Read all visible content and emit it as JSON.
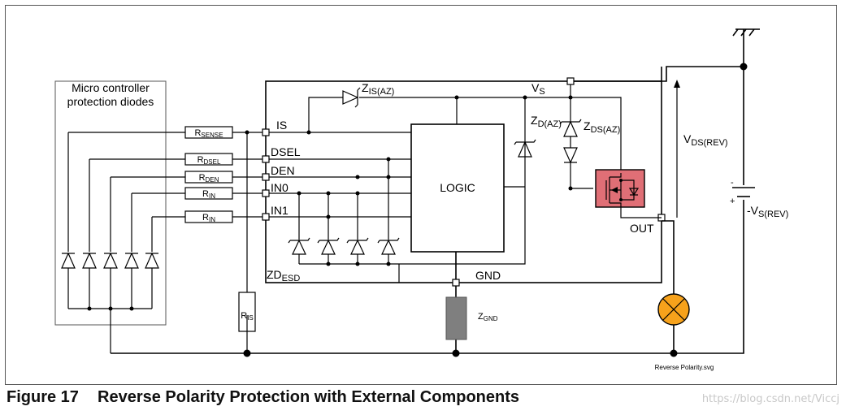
{
  "diagram": {
    "micro_box": {
      "line1": "Micro controller",
      "line2": "protection diodes"
    },
    "resistors": [
      {
        "main": "R",
        "sub": "SENSE"
      },
      {
        "main": "R",
        "sub": "DSEL"
      },
      {
        "main": "R",
        "sub": "DEN"
      },
      {
        "main": "R",
        "sub": "IN"
      },
      {
        "main": "R",
        "sub": "IN"
      }
    ],
    "pins": [
      "IS",
      "DSEL",
      "DEN",
      "IN0",
      "IN1"
    ],
    "logic": "LOGIC",
    "vs": {
      "main": "V",
      "sub": "S"
    },
    "zis": {
      "main": "Z",
      "sub": "IS(AZ)"
    },
    "zd": {
      "main": "Z",
      "sub": "D(AZ)"
    },
    "zds": {
      "main": "Z",
      "sub": "DS(AZ)"
    },
    "vdsrev": {
      "main": "V",
      "sub": "DS(REV)"
    },
    "vsrev": {
      "main": "-V",
      "sub": "S(REV)"
    },
    "battery_signs": {
      "minus": "-",
      "plus": "+"
    },
    "out": "OUT",
    "gnd": "GND",
    "zdesd": {
      "main": "ZD",
      "sub": "ESD"
    },
    "ris": {
      "main": "R",
      "sub": "IS"
    },
    "zgnd": {
      "main": "Z",
      "sub": "GND"
    },
    "filename": "Reverse Polarity.svg",
    "colors": {
      "mosfet": "#e06f76",
      "zgnd": "#7f7f7f",
      "lamp": "#f7a21b"
    }
  },
  "caption": {
    "number": "Figure 17",
    "title": "Reverse Polarity Protection with External Components"
  },
  "watermark": "https://blog.csdn.net/Viccj"
}
